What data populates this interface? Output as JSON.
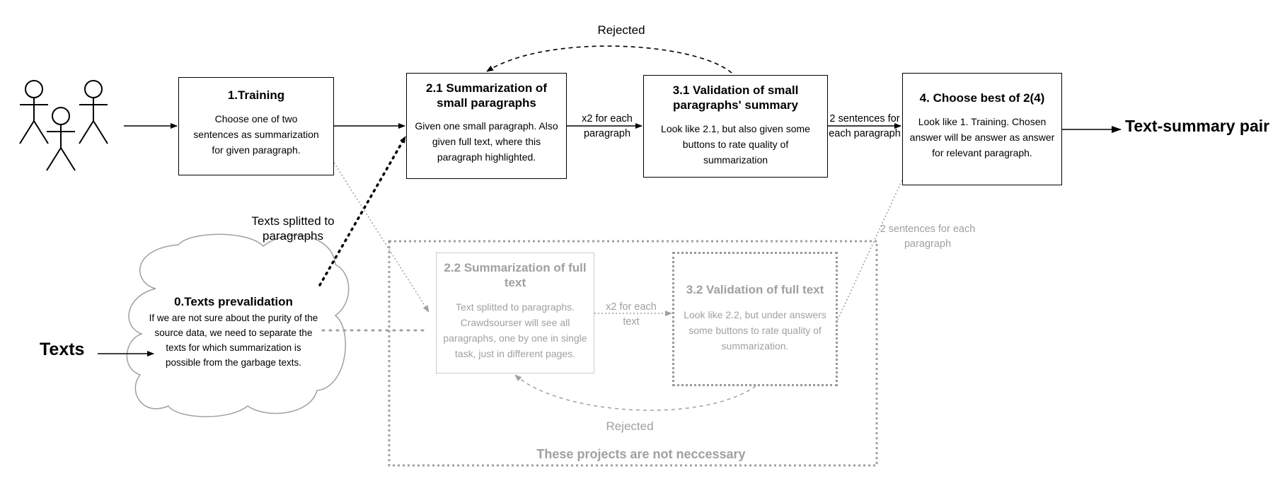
{
  "nodes": {
    "training": {
      "title": "1.Training",
      "desc": "Choose one of two sentences as summarization for given paragraph."
    },
    "summ_small": {
      "title": "2.1 Summarization of small paragraphs",
      "desc": "Given one small paragraph. Also given full text, where this paragraph highlighted."
    },
    "valid_small": {
      "title": "3.1 Validation of small paragraphs' summary",
      "desc": "Look like 2.1, but also given some buttons to rate quality of summarization"
    },
    "choose_best": {
      "title": "4. Choose best of 2(4)",
      "desc": "Look like 1. Training. Chosen answer will be answer as answer for relevant paragraph."
    },
    "prevalidation": {
      "title": "0.Texts prevalidation",
      "desc": "If we are not sure about the purity of the source data, we need to separate the texts for which summarization is possible from the garbage texts."
    },
    "summ_full": {
      "title": "2.2 Summarization of full text",
      "desc": "Text splitted to paragraphs. Crawdsourser will see all paragraphs, one by one in single task, just in different pages."
    },
    "valid_full": {
      "title": "3.2 Validation of full text",
      "desc": "Look like 2.2, but under answers some buttons to rate quality of summarization."
    }
  },
  "labels": {
    "rejected_top": "Rejected",
    "rejected_bottom": "Rejected",
    "x2_paragraph": "x2 for each paragraph",
    "two_sentences": "2 sentences for each paragraph",
    "two_sentences_grey": "2 sentences for each paragraph",
    "x2_text": "x2 for each text",
    "texts_splitted": "Texts splitted to paragraphs",
    "output": "Text-summary pair",
    "input": "Texts",
    "not_necessary": "These projects are not neccessary"
  },
  "colors": {
    "main": "#000000",
    "optional": "#a0a0a0"
  }
}
